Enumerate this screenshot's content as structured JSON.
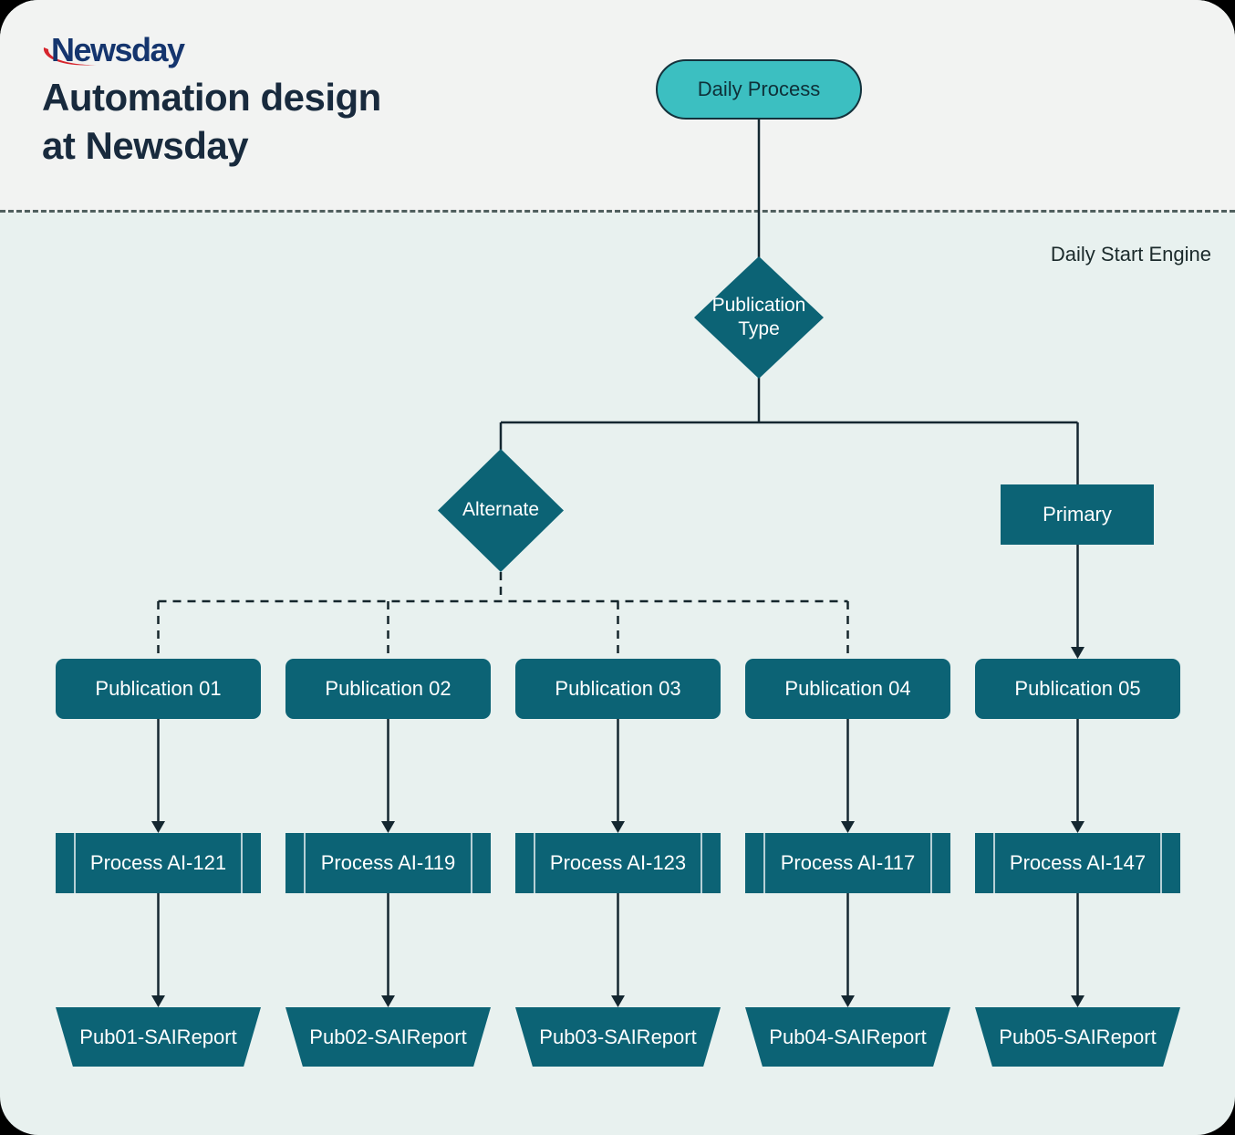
{
  "colors": {
    "canvas": "#000000",
    "band-top": "#F2F3F2",
    "band-bottom": "#E8F1EF",
    "teal-dark": "#0C6375",
    "teal-pill": "#3CBFC1",
    "line": "#142730",
    "separator": "#50605F",
    "title": "#182A3D",
    "logo-navy": "#15356E",
    "logo-red": "#D6252E",
    "node-text": "#FFFFFF"
  },
  "header": {
    "logo_text": "Newsday",
    "title_line1": "Automation design",
    "title_line2": "at Newsday"
  },
  "diagram": {
    "section_label": "Daily Start Engine",
    "start_node_label": "Daily Process",
    "root_decision_label": "Publication Type",
    "alternate_label": "Alternate",
    "primary_label": "Primary",
    "columns": [
      {
        "publication": "Publication 01",
        "process": "Process AI-121",
        "report": "Pub01-SAIReport"
      },
      {
        "publication": "Publication 02",
        "process": "Process AI-119",
        "report": "Pub02-SAIReport"
      },
      {
        "publication": "Publication 03",
        "process": "Process AI-123",
        "report": "Pub03-SAIReport"
      },
      {
        "publication": "Publication 04",
        "process": "Process AI-117",
        "report": "Pub04-SAIReport"
      },
      {
        "publication": "Publication 05",
        "process": "Process AI-147",
        "report": "Pub05-SAIReport"
      }
    ]
  }
}
